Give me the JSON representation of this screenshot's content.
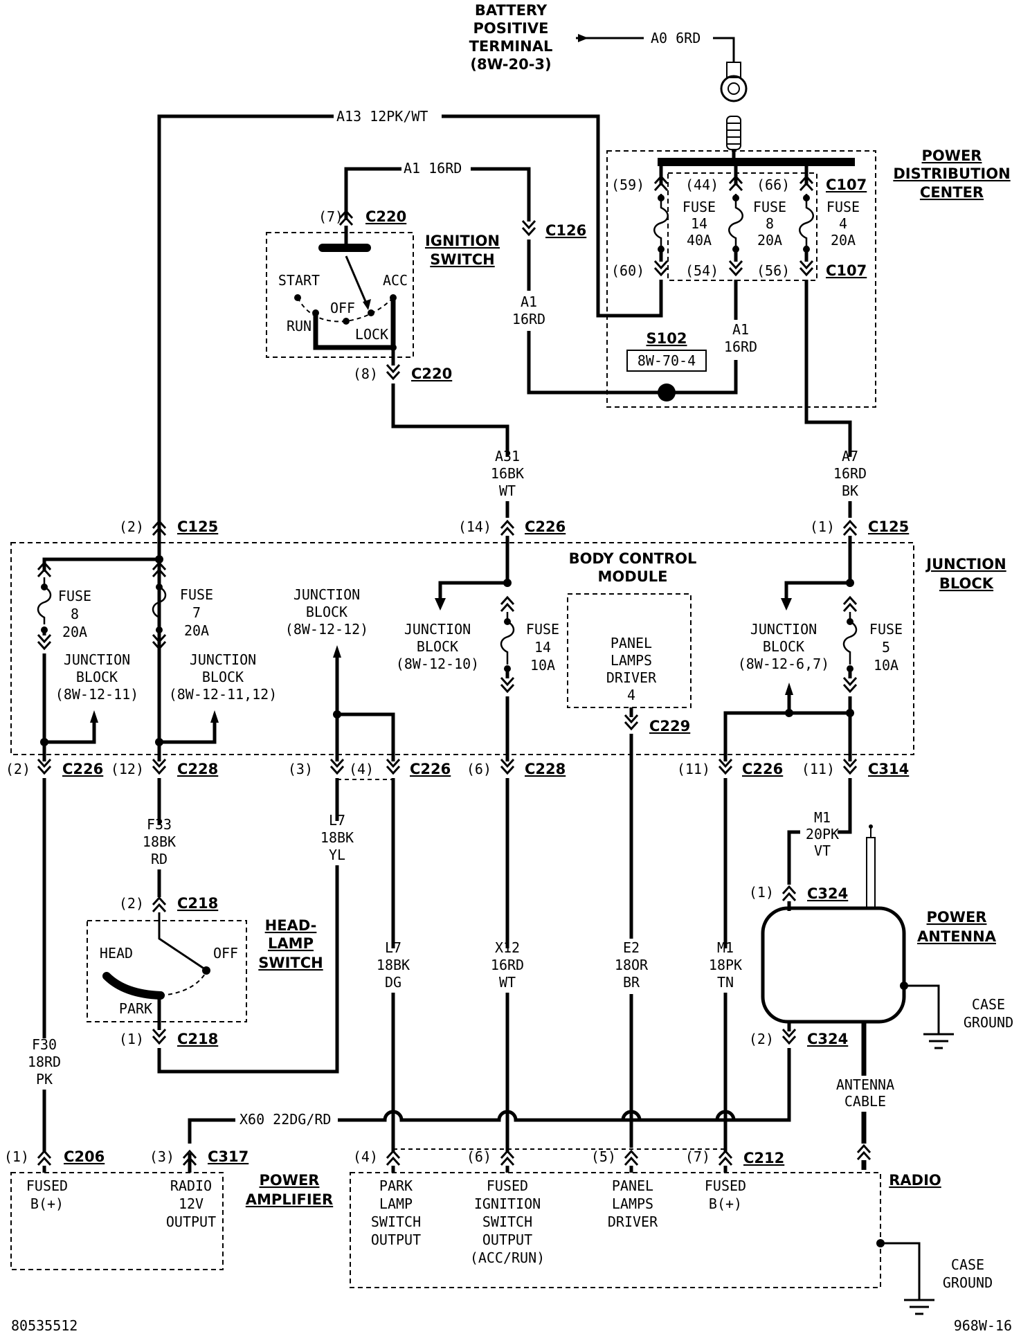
{
  "battery": {
    "line1": "BATTERY",
    "line2": "POSITIVE",
    "line3": "TERMINAL",
    "line4": "(8W-20-3)"
  },
  "wires": {
    "a0": "A0  6RD",
    "a13": "A13  12PK/WT",
    "a1_top": "A1  16RD",
    "a1_left": [
      "A1",
      "16RD"
    ],
    "a1_right": [
      "A1",
      "16RD"
    ],
    "a31": [
      "A31",
      "16BK",
      "WT"
    ],
    "a7": [
      "A7",
      "16RD",
      "BK"
    ],
    "f33": [
      "F33",
      "18BK",
      "RD"
    ],
    "l7_yl": [
      "L7",
      "18BK",
      "YL"
    ],
    "l7_dg": [
      "L7",
      "18BK",
      "DG"
    ],
    "x12": [
      "X12",
      "16RD",
      "WT"
    ],
    "e2": [
      "E2",
      "18OR",
      "BR"
    ],
    "m1_tn": [
      "M1",
      "18PK",
      "TN"
    ],
    "m1_vt": [
      "M1",
      "20PK",
      "VT"
    ],
    "f30": [
      "F30",
      "18RD",
      "PK"
    ],
    "x60": "X60  22DG/RD",
    "antenna_cable": [
      "ANTENNA",
      "CABLE"
    ]
  },
  "pdc": {
    "title": [
      "POWER",
      "DISTRIBUTION",
      "CENTER"
    ],
    "fuses": [
      {
        "name": "FUSE",
        "num": "14",
        "amp": "40A",
        "pin_in": "(44)",
        "pin_out": "(54)"
      },
      {
        "name": "FUSE",
        "num": "8",
        "amp": "20A",
        "pin_in": "(66)",
        "pin_out": "(56)"
      },
      {
        "name": "FUSE",
        "num": "4",
        "amp": "20A"
      }
    ],
    "pin59": "(59)",
    "pin60": "(60)",
    "splice": "S102",
    "splice_ref": "8W-70-4"
  },
  "ignition": {
    "title": [
      "IGNITION",
      "SWITCH"
    ],
    "start": "START",
    "acc": "ACC",
    "off": "OFF",
    "run": "RUN",
    "lock": "LOCK",
    "pin7": "(7)",
    "pin8": "(8)"
  },
  "connectors": {
    "c220": "C220",
    "c126": "C126",
    "c107": "C107",
    "c125": "C125",
    "c226": "C226",
    "c228": "C228",
    "c229": "C229",
    "c314": "C314",
    "c218": "C218",
    "c324": "C324",
    "c206": "C206",
    "c317": "C317",
    "c212": "C212"
  },
  "pins": {
    "p2": "(2)",
    "p14": "(14)",
    "p1": "(1)",
    "p12": "(12)",
    "p3": "(3)",
    "p4": "(4)",
    "p6": "(6)",
    "p11": "(11)",
    "p5": "(5)",
    "p7": "(7)"
  },
  "junction": {
    "title": [
      "JUNCTION",
      "BLOCK"
    ],
    "bcm": [
      "BODY CONTROL",
      "MODULE"
    ],
    "fuse8": [
      "FUSE",
      "8",
      "20A"
    ],
    "fuse7": [
      "FUSE",
      "7",
      "20A"
    ],
    "fuse14": [
      "FUSE",
      "14",
      "10A"
    ],
    "fuse5": [
      "FUSE",
      "5",
      "10A"
    ],
    "jb11": [
      "JUNCTION",
      "BLOCK",
      "(8W-12-11)"
    ],
    "jb1112": [
      "JUNCTION",
      "BLOCK",
      "(8W-12-11,12)"
    ],
    "jb12": [
      "JUNCTION",
      "BLOCK",
      "(8W-12-12)"
    ],
    "jb10": [
      "JUNCTION",
      "BLOCK",
      "(8W-12-10)"
    ],
    "jb67": [
      "JUNCTION",
      "BLOCK",
      "(8W-12-6,7)"
    ],
    "panel": [
      "PANEL",
      "LAMPS",
      "DRIVER",
      "4"
    ]
  },
  "headlamp": {
    "title": [
      "HEAD-",
      "LAMP",
      "SWITCH"
    ],
    "head": "HEAD",
    "off": "OFF",
    "park": "PARK"
  },
  "antenna": {
    "title": [
      "POWER",
      "ANTENNA"
    ],
    "ground": [
      "CASE",
      "GROUND"
    ]
  },
  "amp": {
    "title": [
      "POWER",
      "AMPLIFIER"
    ],
    "fused": [
      "FUSED",
      "B(+)"
    ],
    "radio12": [
      "RADIO",
      "12V",
      "OUTPUT"
    ]
  },
  "radio": {
    "title": "RADIO",
    "park": [
      "PARK",
      "LAMP",
      "SWITCH",
      "OUTPUT"
    ],
    "ign": [
      "FUSED",
      "IGNITION",
      "SWITCH",
      "OUTPUT",
      "(ACC/RUN)"
    ],
    "panel": [
      "PANEL",
      "LAMPS",
      "DRIVER"
    ],
    "fused": [
      "FUSED",
      "B(+)"
    ],
    "ground": [
      "CASE",
      "GROUND"
    ]
  },
  "footer": {
    "left": "80535512",
    "right": "968W-16"
  }
}
